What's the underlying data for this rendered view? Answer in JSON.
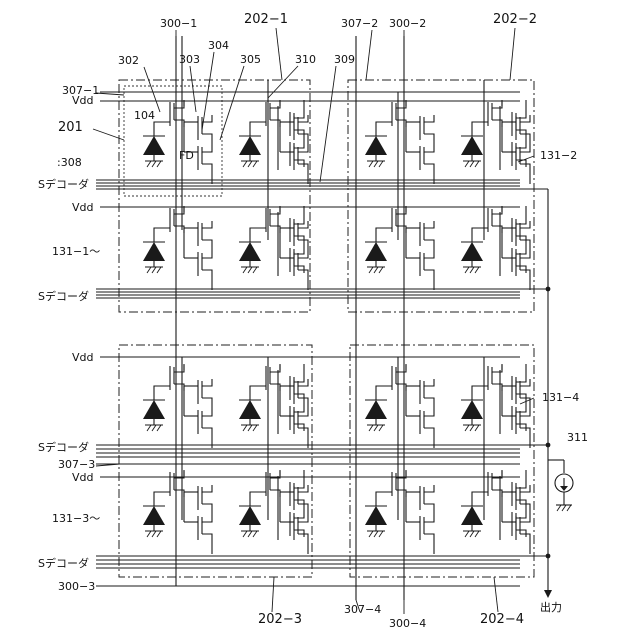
{
  "labels": {
    "l_300_1": "300−1",
    "l_202_1": "202−1",
    "l_307_2": "307−2",
    "l_300_2": "300−2",
    "l_202_2": "202−2",
    "l_302": "302",
    "l_303": "303",
    "l_304": "304",
    "l_305": "305",
    "l_310": "310",
    "l_309": "309",
    "l_307_1": "307−1",
    "l_vdd_1": "Vdd",
    "l_201": "201",
    "l_104": "104",
    "l_fd": "FD",
    "l_308": ":308",
    "l_131_2": "131−2",
    "l_sdec_1": "Sデコーダ",
    "l_vdd_2": "Vdd",
    "l_131_1": "131−1〜",
    "l_sdec_2": "Sデコーダ",
    "l_vdd_3": "Vdd",
    "l_131_4": "131−4",
    "l_311": "311",
    "l_sdec_3": "Sデコーダ",
    "l_307_3": "307−3",
    "l_vdd_4": "Vdd",
    "l_131_3": "131−3〜",
    "l_sdec_4": "Sデコーダ",
    "l_300_3": "300−3",
    "l_202_3": "202−3",
    "l_307_4": "307−4",
    "l_300_4": "300−4",
    "l_202_4": "202−4",
    "l_output": "出力"
  }
}
